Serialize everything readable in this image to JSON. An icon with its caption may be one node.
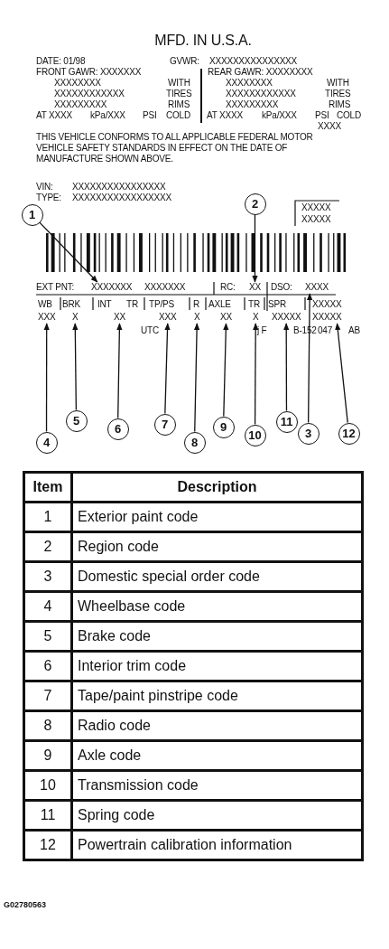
{
  "diagram": {
    "nodes": [
      {
        "text": [
          "1"
        ]
      },
      {
        "text": [
          "2"
        ]
      },
      {
        "text": [
          "3"
        ]
      },
      {
        "text": [
          "4"
        ]
      },
      {
        "text": [
          "5"
        ]
      },
      {
        "text": [
          "6"
        ]
      },
      {
        "text": [
          "7"
        ]
      },
      {
        "text": [
          "8"
        ]
      },
      {
        "text": [
          "9"
        ]
      },
      {
        "text": [
          "10"
        ]
      },
      {
        "text": [
          "11"
        ]
      },
      {
        "text": [
          "12"
        ]
      },
      {
        "text": [
          "XXXXXXX"
        ]
      },
      {
        "text": [
          "XX"
        ]
      },
      {
        "text": [
          "XXXX"
        ]
      },
      {
        "text": [
          "XXX"
        ]
      },
      {
        "text": [
          "X"
        ]
      },
      {
        "text": [
          "XX"
        ]
      },
      {
        "text": [
          "XXX"
        ]
      },
      {
        "text": [
          "X"
        ]
      },
      {
        "text": [
          "XX"
        ]
      },
      {
        "text": [
          "X"
        ]
      },
      {
        "text": [
          "XXXXX"
        ]
      },
      {
        "text": [
          "XXXXX"
        ]
      }
    ],
    "edges": [
      {
        "from": 0,
        "to": 12,
        "arrow": "to"
      },
      {
        "from": 1,
        "to": 13,
        "arrow": "to"
      },
      {
        "from": 2,
        "to": 14,
        "arrow": "to"
      },
      {
        "from": 3,
        "to": 15,
        "arrow": "to"
      },
      {
        "from": 4,
        "to": 16,
        "arrow": "to"
      },
      {
        "from": 5,
        "to": 17,
        "arrow": "to"
      },
      {
        "from": 6,
        "to": 18,
        "arrow": "to"
      },
      {
        "from": 7,
        "to": 19,
        "arrow": "to"
      },
      {
        "from": 8,
        "to": 20,
        "arrow": "to"
      },
      {
        "from": 9,
        "to": 21,
        "arrow": "to"
      },
      {
        "from": 10,
        "to": 22,
        "arrow": "to"
      },
      {
        "from": 11,
        "to": 23,
        "arrow": "to"
      }
    ],
    "labels": [
      "MFD. IN U.S.A.",
      "DATE: 01/98",
      "GVWR:",
      "XXXXXXXXXXXXXXX",
      "FRONT GAWR: XXXXXXX",
      "REAR GAWR: XXXXXXXX",
      "XXXXXXXX",
      "WITH",
      "XXXXXXXX",
      "WITH",
      "XXXXXXXXXXXX",
      "TIRES",
      "XXXXXXXXXXXX",
      "TIRES",
      "XXXXXXXXX",
      "RIMS",
      "XXXXXXXXX",
      "RIMS",
      "AT XXXX",
      "kPa/XXX",
      "PSI",
      "COLD",
      "AT XXXX",
      "kPa/XXX",
      "PSI",
      "COLD",
      "XXXX",
      "THIS VEHICLE CONFORMS TO ALL APPLICABLE FEDERAL MOTOR VEHICLE SAFETY STANDARDS IN EFFECT ON THE DATE OF MANUFACTURE SHOWN ABOVE.",
      "VIN:",
      "XXXXXXXXXXXXXXXX",
      "TYPE:",
      "XXXXXXXXXXXXXXXXX",
      "XXXXX",
      "XXXXX",
      "EXT PNT:",
      "XXXXXXX",
      "RC:",
      "DSO:",
      "WB",
      "BRK",
      "INT",
      "TR",
      "TP/PS",
      "R",
      "AXLE",
      "TR",
      "SPR",
      "XXXXX",
      "UTC",
      "j F",
      "B-152",
      "047",
      "AB",
      "Item",
      "Description",
      "1",
      "Exterior paint code",
      "2",
      "Region code",
      "3",
      "Domestic special order code",
      "4",
      "Wheelbase code",
      "5",
      "Brake code",
      "6",
      "Interior trim code",
      "7",
      "Tape/paint pinstripe code",
      "8",
      "Radio code",
      "9",
      "Axle code",
      "10",
      "Transmission code",
      "11",
      "Spring code",
      "12",
      "Powertrain calibration information",
      "G02780563"
    ]
  }
}
